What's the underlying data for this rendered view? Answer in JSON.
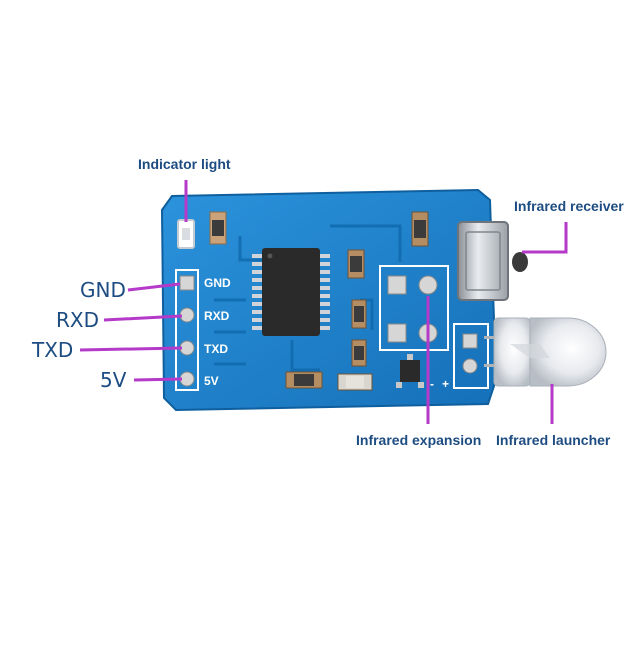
{
  "callouts": {
    "indicator": "Indicator light",
    "receiver": "Infrared receiver",
    "expansion": "Infrared expansion",
    "launcher": "Infrared launcher"
  },
  "pins": {
    "gnd": "GND",
    "rxd": "RXD",
    "txd": "TXD",
    "v5": "5V"
  },
  "silkscreen": {
    "gnd": "GND",
    "rxd": "RXD",
    "txd": "TXD",
    "v5": "5V",
    "minus": "-",
    "plus": "+"
  },
  "colors": {
    "board": "#1a7fc8",
    "leader": "#b53ac9",
    "label": "#1d4c82"
  }
}
